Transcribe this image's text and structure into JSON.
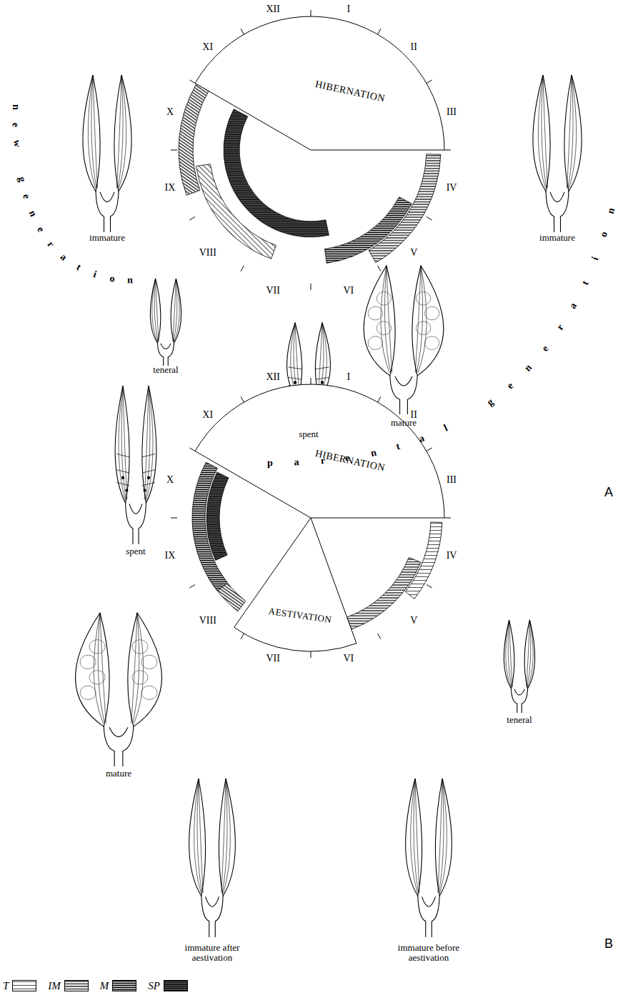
{
  "diagram": {
    "nodes": [
      {
        "text": [
          "HIBERNATION"
        ]
      },
      {
        "text": [
          "HIBERNATION"
        ]
      },
      {
        "text": [
          "AESTIVATION"
        ]
      }
    ],
    "labels": [
      "XII",
      "I",
      "II",
      "III",
      "IV",
      "V",
      "VI",
      "VII",
      "VIII",
      "IX",
      "X",
      "XI",
      "new generation",
      "immature",
      "teneral",
      "spent",
      "mature",
      "immature",
      "parental generation",
      "A",
      "XII",
      "I",
      "II",
      "III",
      "IV",
      "V",
      "VI",
      "VII",
      "VIII",
      "IX",
      "X",
      "XI",
      "spent",
      "mature",
      "teneral",
      "immature after aestivation",
      "immature before aestivation",
      "B"
    ],
    "legend": [
      {
        "text": "T"
      },
      {
        "text": "IM"
      },
      {
        "text": "M"
      },
      {
        "text": "SP"
      }
    ]
  }
}
